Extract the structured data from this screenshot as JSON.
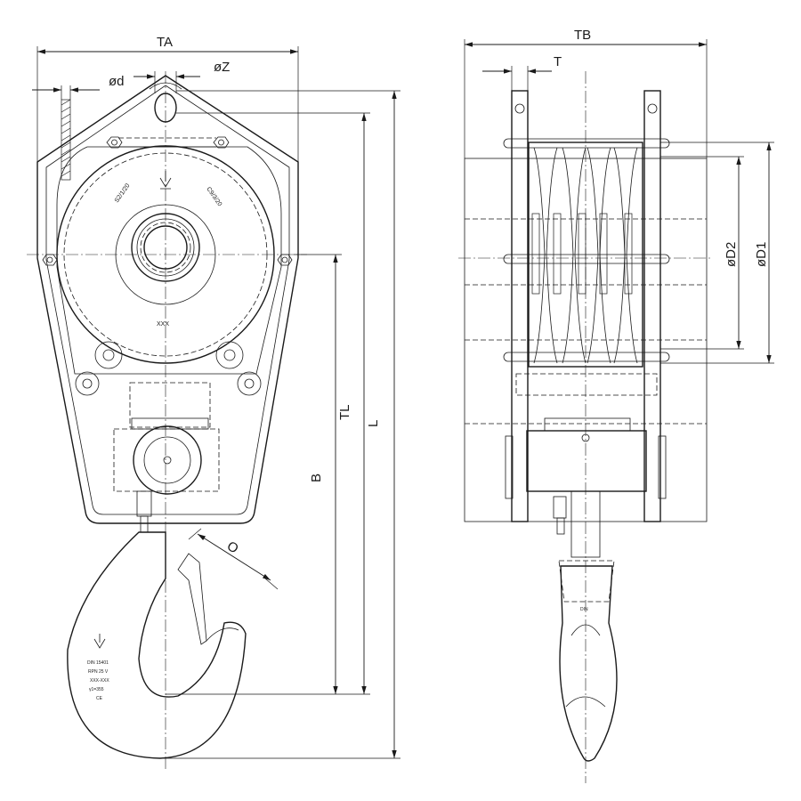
{
  "dimensions": {
    "ta": "TA",
    "d": "ød",
    "z": "øZ",
    "tl": "TL",
    "l": "L",
    "b": "B",
    "o": "O",
    "tb": "TB",
    "t": "T",
    "d1": "øD1",
    "d2": "øD2"
  },
  "markings": {
    "left_plate": "S2/1/20",
    "right_plate": "C9/3/20",
    "sheave_code": "XXX",
    "hook_lines": [
      "DIN 15401",
      "RPN 25 V",
      "XXX-XXX",
      "γ1=355",
      "CE"
    ],
    "side_hook_code": "DIN"
  }
}
